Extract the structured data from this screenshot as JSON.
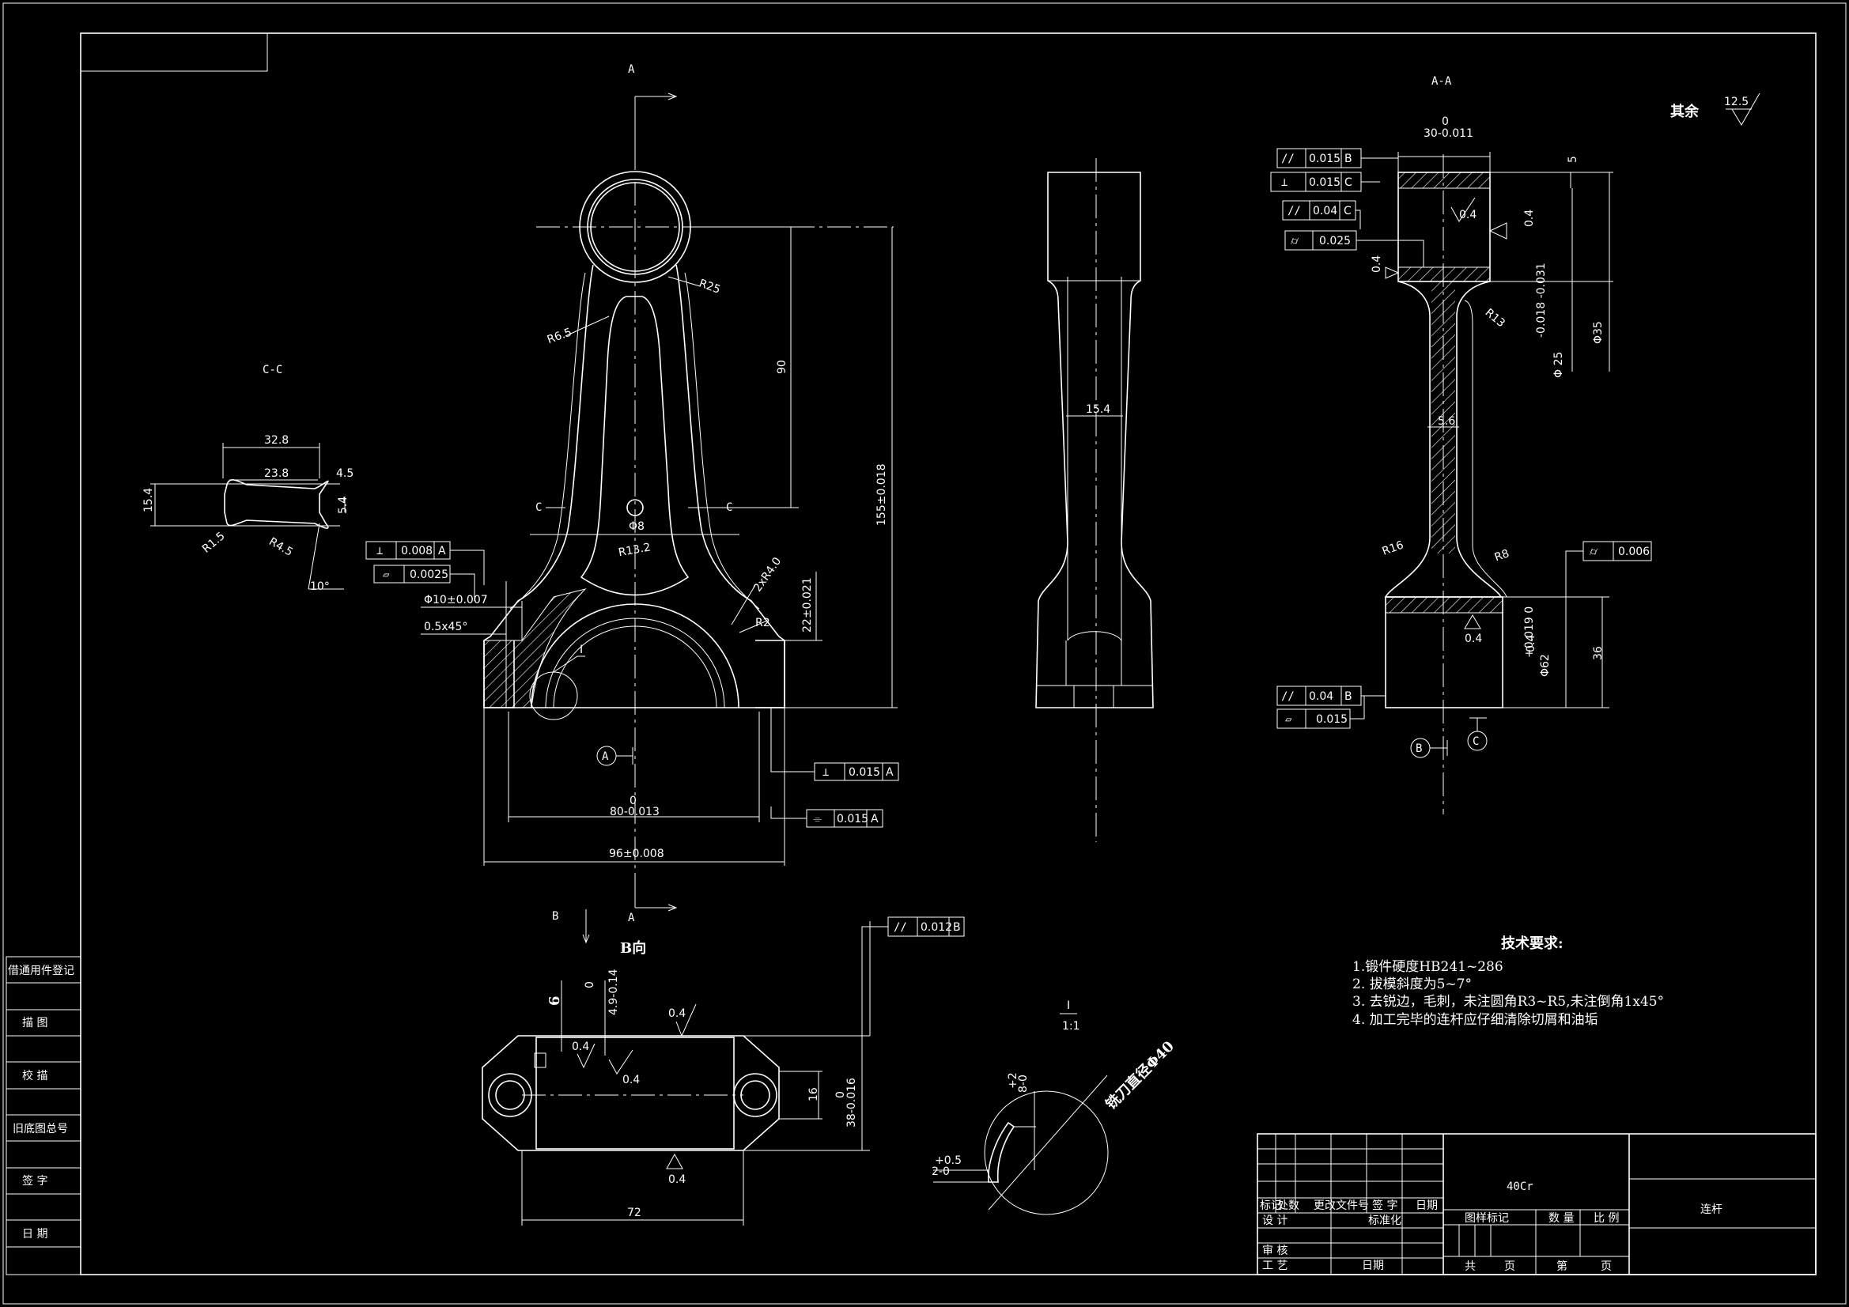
{
  "title_block": {
    "material": "40Cr",
    "part_name": "连杆",
    "row_headers": [
      "标记",
      "处数",
      "更改文件号",
      "签 字",
      "日期"
    ],
    "design_label": "设 计",
    "standardize_label": "标准化",
    "review_label": "审 核",
    "process_label": "工 艺",
    "date_label": "日期",
    "stage_mark_label": "图样标记",
    "weight_label": "数 量",
    "scale_label": "比 例",
    "total_sheets_label": "共",
    "sheet_unit_a": "页",
    "sheet_no_label": "第",
    "sheet_unit_b": "页"
  },
  "side_panel": [
    "借通用件登记",
    "描 图",
    "校 描",
    "旧底图总号",
    "签 字",
    "日 期"
  ],
  "roughness_note": {
    "label": "其余",
    "value": "12.5"
  },
  "technical_requirements": {
    "heading": "技术要求:",
    "items": [
      "1.锻件硬度HB241~286",
      "2. 拔模斜度为5~7°",
      "3. 去锐边，毛刺，未注圆角R3~R5,未注倒角1x45°",
      "4. 加工完毕的连杆应仔细清除切屑和油垢"
    ]
  },
  "view_labels": {
    "aa": "A-A",
    "cc": "C-C",
    "b_view": "B向",
    "detail": "I",
    "detail_scale": "1:1",
    "a_top": "A",
    "a_bottom": "A",
    "b_arrow": "B",
    "c_left": "C",
    "c_right": "C",
    "datum_a": "A",
    "datum_b": "B",
    "datum_c": "C"
  },
  "tolerance_frames": [
    {
      "symbol": "⊥",
      "value": "0.008",
      "datum": "A"
    },
    {
      "symbol": "▱",
      "value": "0.0025",
      "datum": ""
    },
    {
      "symbol": "⊥",
      "value": "0.015",
      "datum": "A"
    },
    {
      "symbol": "⌯",
      "value": "0.015",
      "datum": "A"
    },
    {
      "symbol": "//",
      "value": "0.015",
      "datum": "B"
    },
    {
      "symbol": "⊥",
      "value": "0.015",
      "datum": "C"
    },
    {
      "symbol": "//",
      "value": "0.04",
      "datum": "C"
    },
    {
      "symbol": "⌭",
      "value": "0.025",
      "datum": ""
    },
    {
      "symbol": "⌭",
      "value": "0.006",
      "datum": ""
    },
    {
      "symbol": "//",
      "value": "0.04",
      "datum": "B"
    },
    {
      "symbol": "▱",
      "value": "0.015",
      "datum": ""
    },
    {
      "symbol": "//",
      "value": "0.012",
      "datum": "B"
    }
  ],
  "dimensions": {
    "cc_width": "32.8",
    "cc_inner": "23.8",
    "cc_flange": "4.5",
    "cc_height": "15.4",
    "cc_web": "5.4",
    "cc_r1": "R1.5",
    "cc_r2": "R4.5",
    "cc_angle": "10°",
    "main_r25": "R25",
    "main_r65": "R6.5",
    "main_90": "90",
    "main_155": "155±0.018",
    "main_r132": "R13.2",
    "main_phi8": "Φ8",
    "main_2xr4": "2xR4.0",
    "main_r2": "R2",
    "main_22": "22±0.021",
    "main_phi10": "Φ10±0.007",
    "main_chamfer": "0.5x45°",
    "main_80_up": "0",
    "main_80": "80-0.013",
    "main_96": "96±0.008",
    "side_154": "15.4",
    "aa_top_up": "0",
    "aa_top": "30-0.011",
    "aa_5": "5",
    "aa_r13": "R13",
    "aa_25": "Φ 25",
    "aa_25_tol": "-0.018 -0.031",
    "aa_35": "Φ35",
    "aa_56": "5.6",
    "aa_r16": "R16",
    "aa_r8": "R8",
    "aa_62": "Φ62",
    "aa_62_tol": "+0.019 0",
    "aa_36": "36",
    "ra_04": "0.4",
    "b_6": "6",
    "b_49": "4.9-0.14",
    "b_49_up": "0",
    "b_16": "16",
    "b_38": "38-0.016",
    "b_38_up": "0",
    "b_72": "72",
    "det_8": "8-0",
    "det_8_tol": "+2",
    "det_2": "2-0",
    "det_2_tol": "+0.5",
    "det_cutter": "铣刀直径Φ40"
  }
}
